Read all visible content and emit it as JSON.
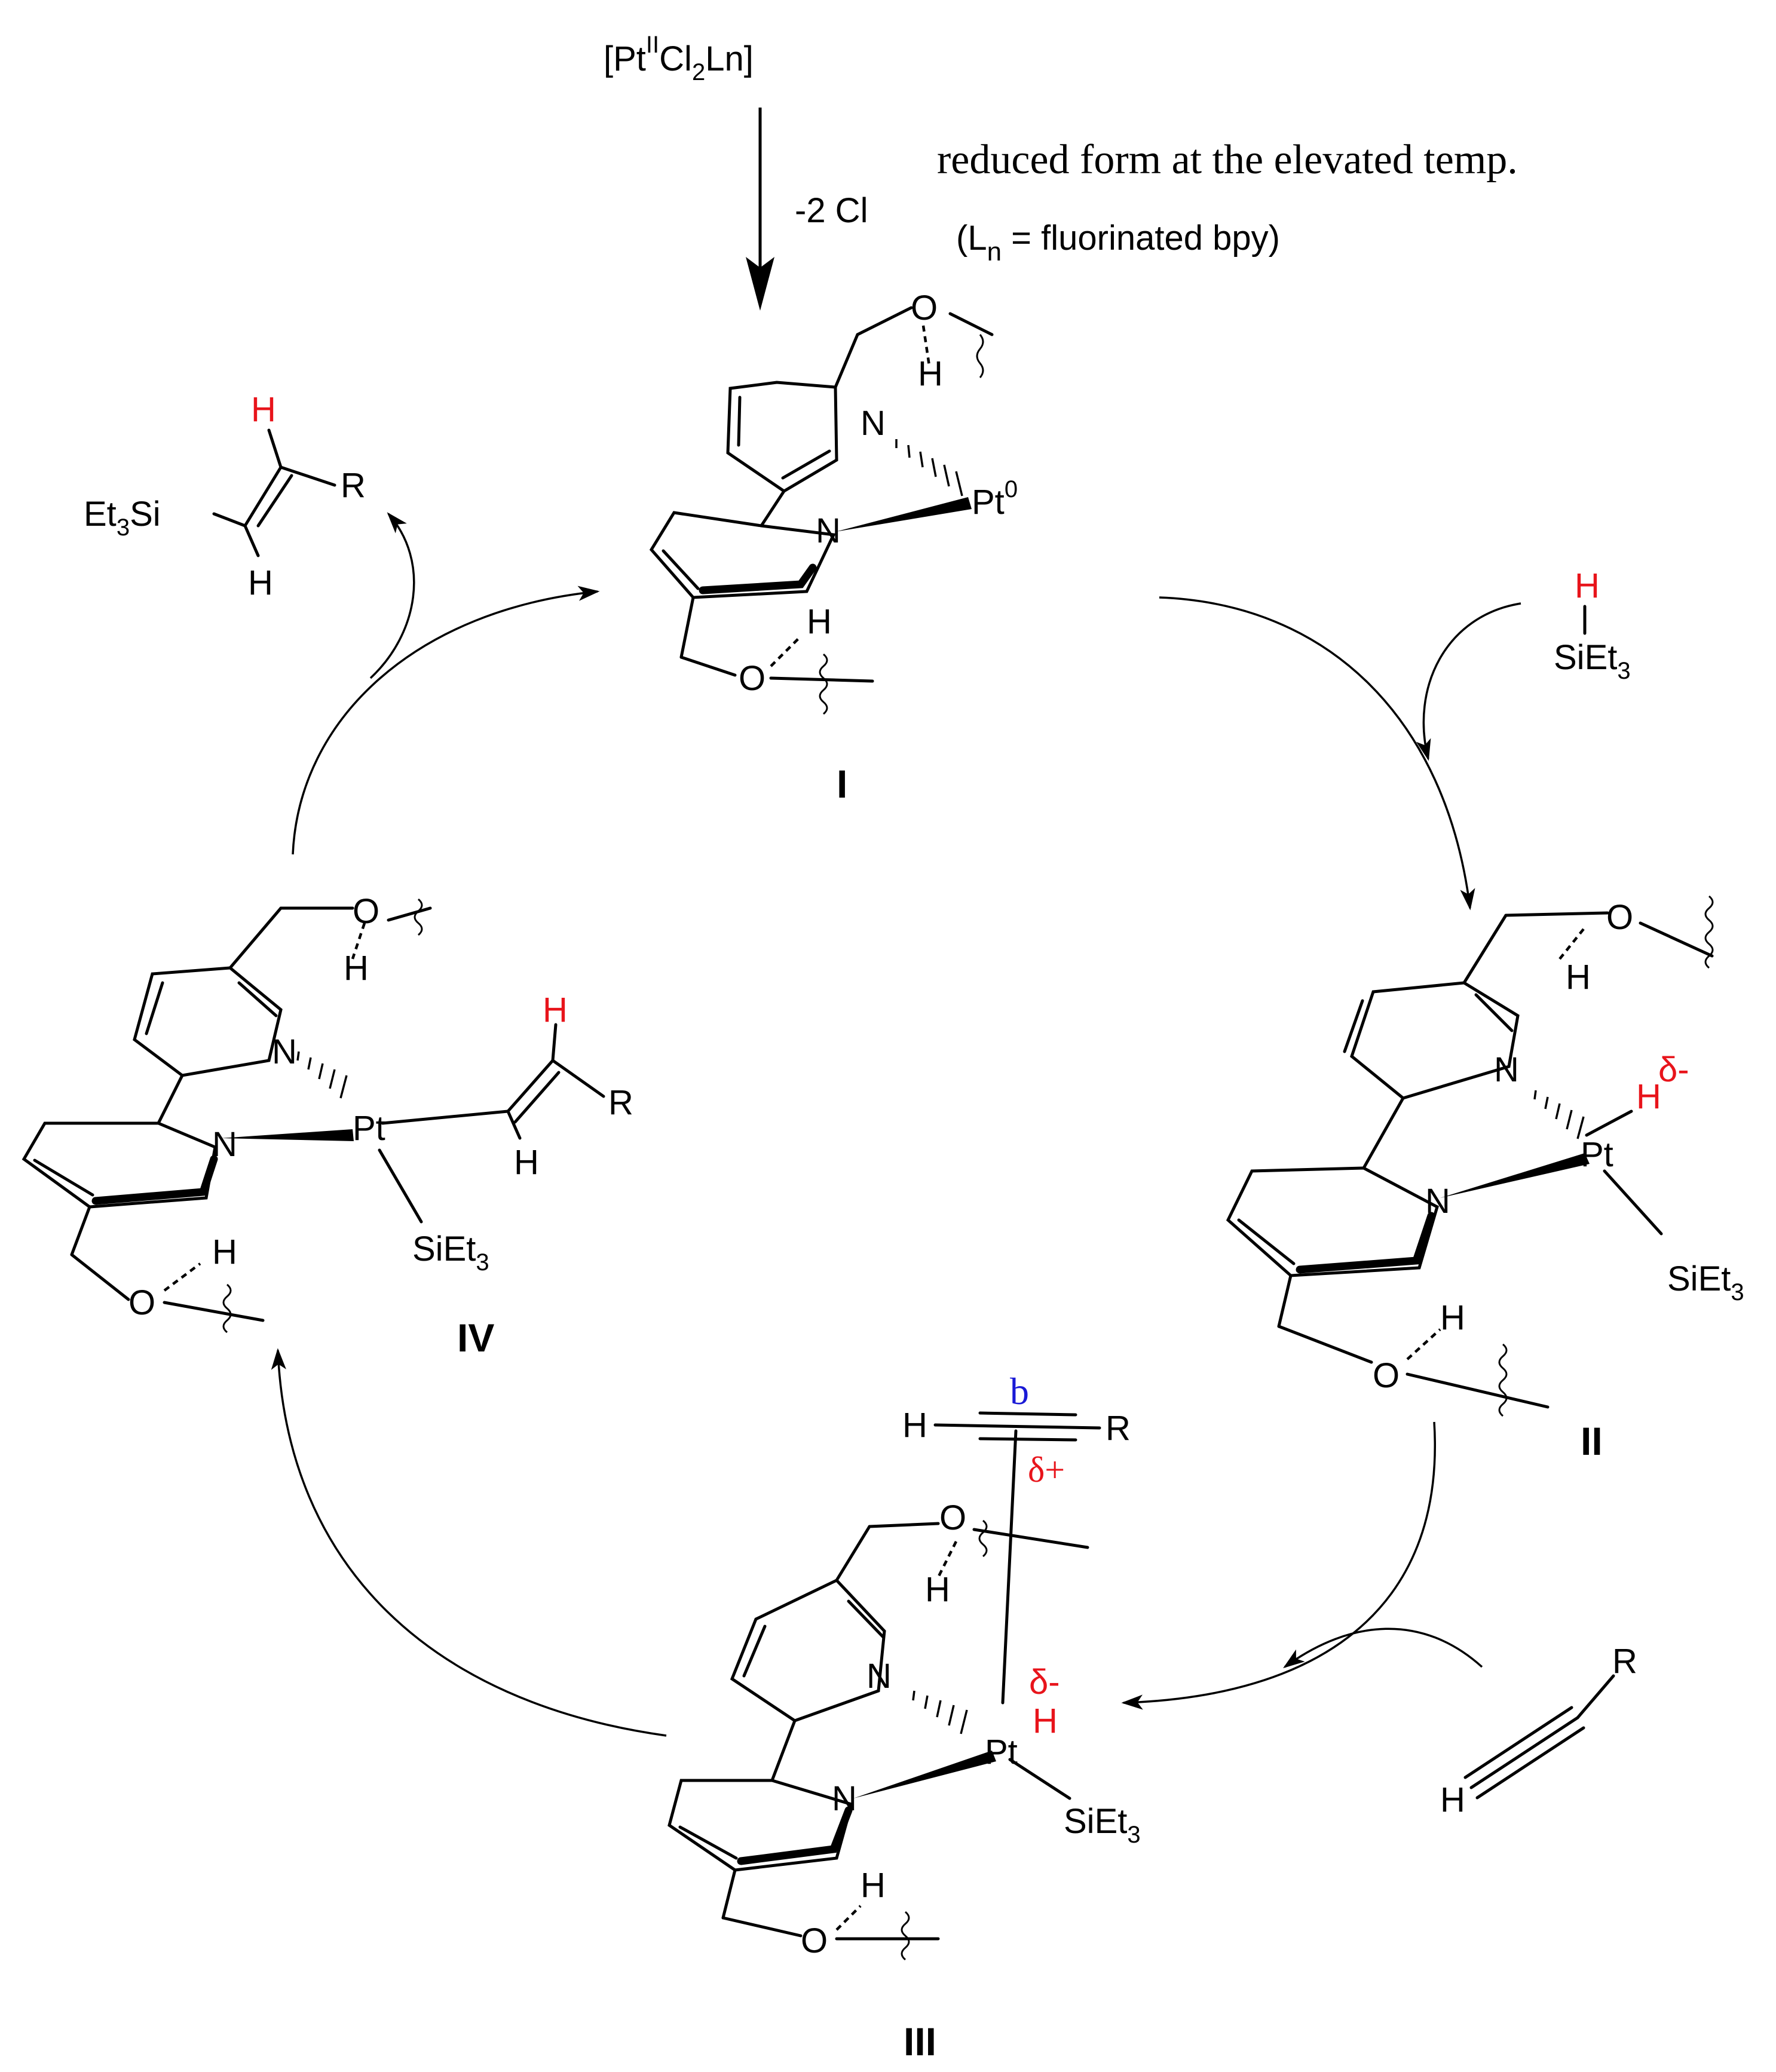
{
  "precursor": {
    "open": "[Pt",
    "ox": "II",
    "cl": "Cl",
    "cl_sub": "2",
    "ln": "Ln]"
  },
  "step_loss": "-2 Cl",
  "note": "reduced form at the elevated temp.",
  "ligand_note": {
    "open": "(L",
    "sub": "n",
    "rest": " =  fluorinated bpy)"
  },
  "labels": {
    "I": "I",
    "II": "II",
    "III": "III",
    "IV": "IV"
  },
  "atoms": {
    "N": "N",
    "O": "O",
    "H": "H",
    "Pt": "Pt",
    "Pt0_sup": "0",
    "R": "R",
    "SiEt": "SiEt",
    "sub3": "3",
    "Et": "Et",
    "Si": "Si"
  },
  "charges": {
    "delta_minus": "δ-",
    "delta_plus": "δ+",
    "b": "b"
  },
  "colors": {
    "highlight": "#e8141b",
    "carbon_label": "#1a1ad6",
    "ink": "#000000"
  }
}
